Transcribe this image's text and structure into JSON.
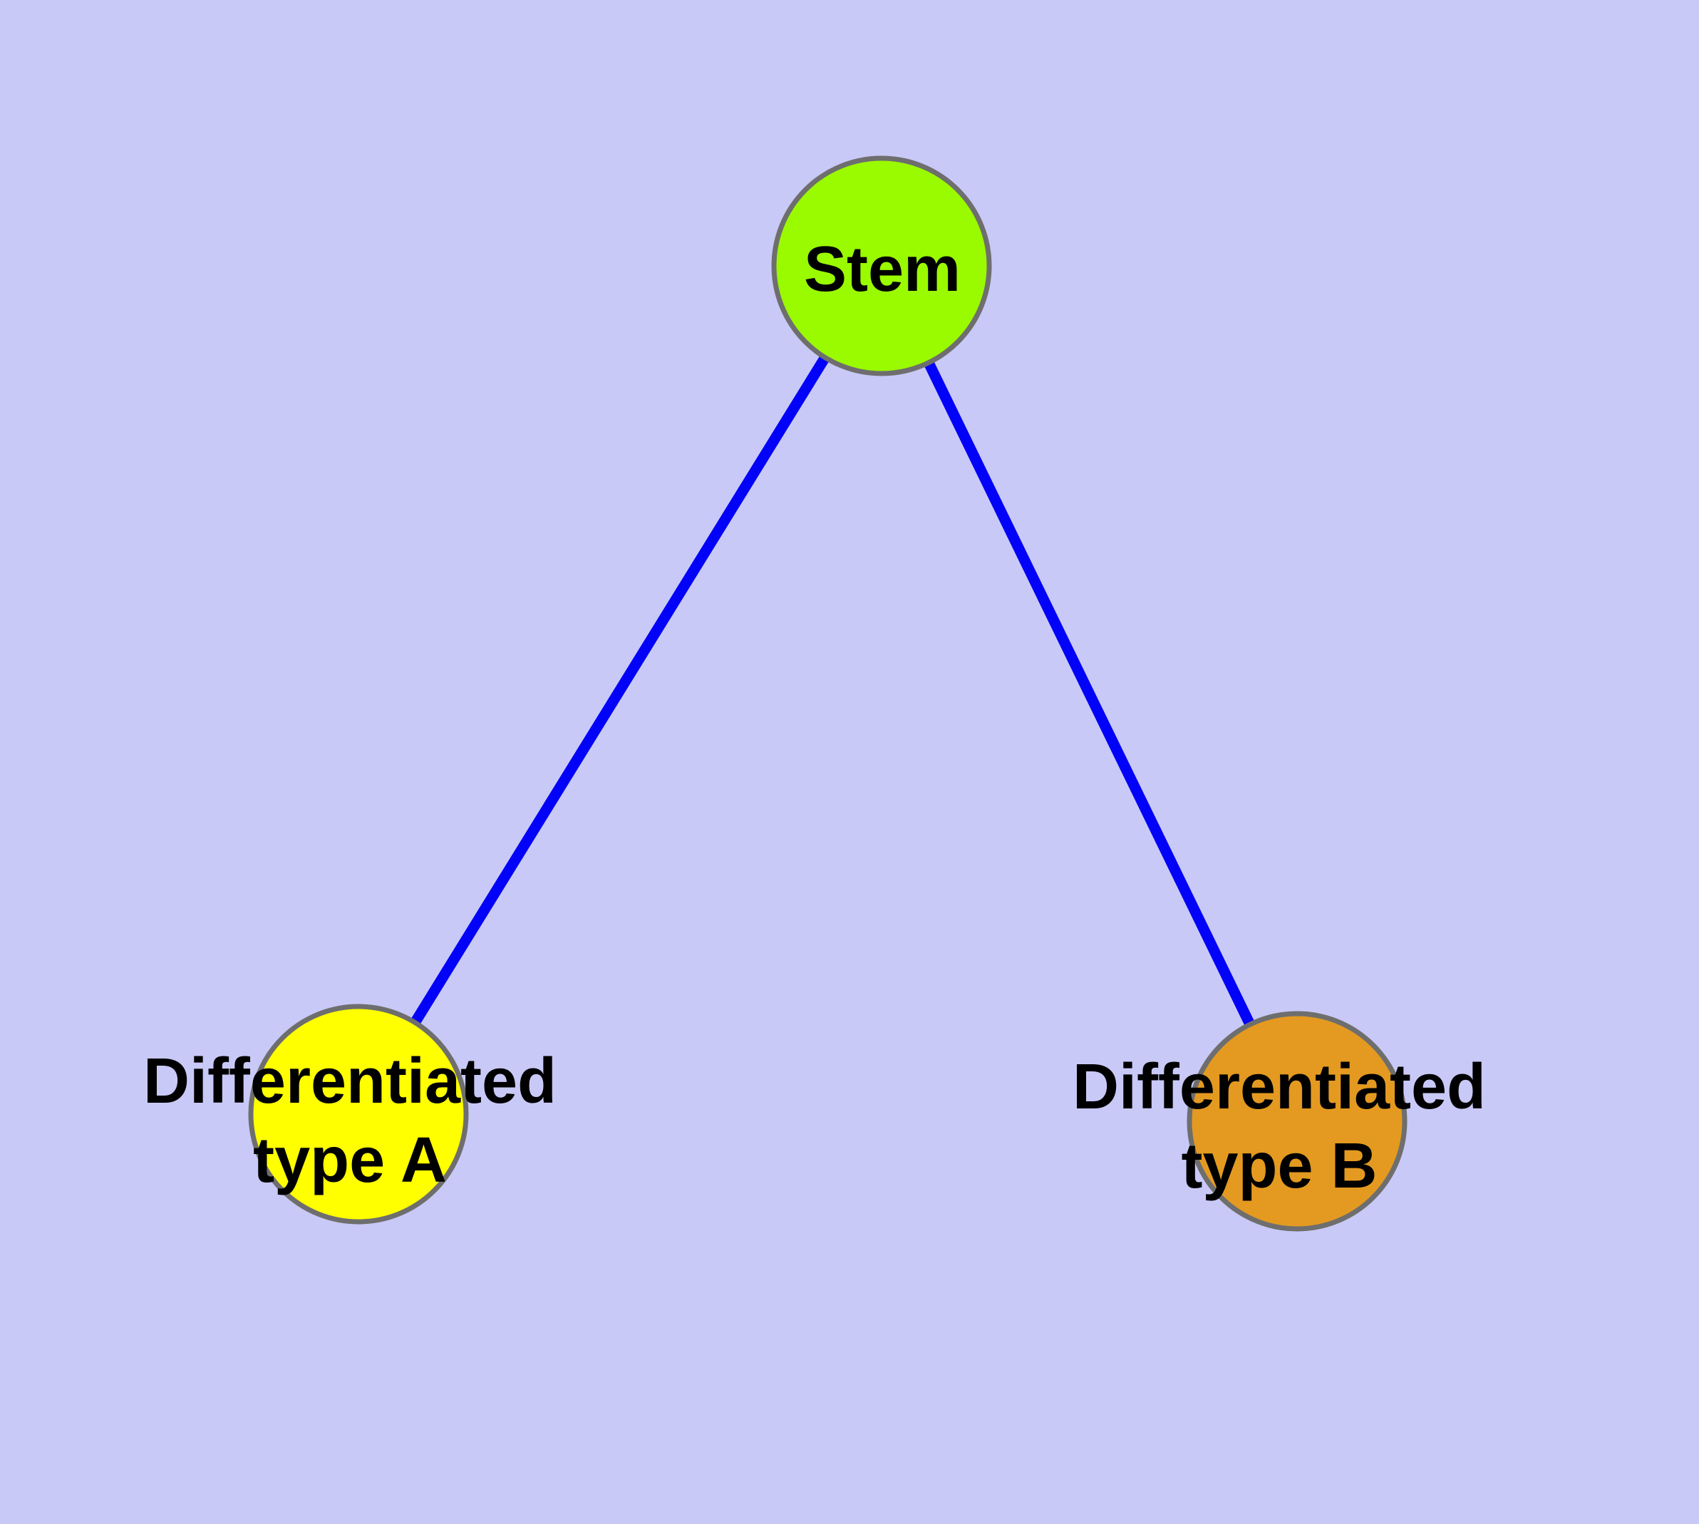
{
  "diagram": {
    "type": "graph",
    "background": "#C9C9F7",
    "edge_color": "#0202F8",
    "node_border_color": "#6E6E6E",
    "label_color": "#000000",
    "nodes": [
      {
        "id": "stem",
        "label": "Stem",
        "lines": [
          "Stem"
        ],
        "fill": "#9AFA00"
      },
      {
        "id": "differentiated-type-a",
        "label": "Differentiated type A",
        "lines": [
          "Differentiated",
          "type A"
        ],
        "fill": "#FFFF00"
      },
      {
        "id": "differentiated-type-b",
        "label": "Differentiated type B",
        "lines": [
          "Differentiated",
          "type B"
        ],
        "fill": "#E49A20"
      }
    ],
    "edges": [
      {
        "from": "Stem",
        "to": "Differentiated type A"
      },
      {
        "from": "Stem",
        "to": "Differentiated type B"
      }
    ]
  }
}
